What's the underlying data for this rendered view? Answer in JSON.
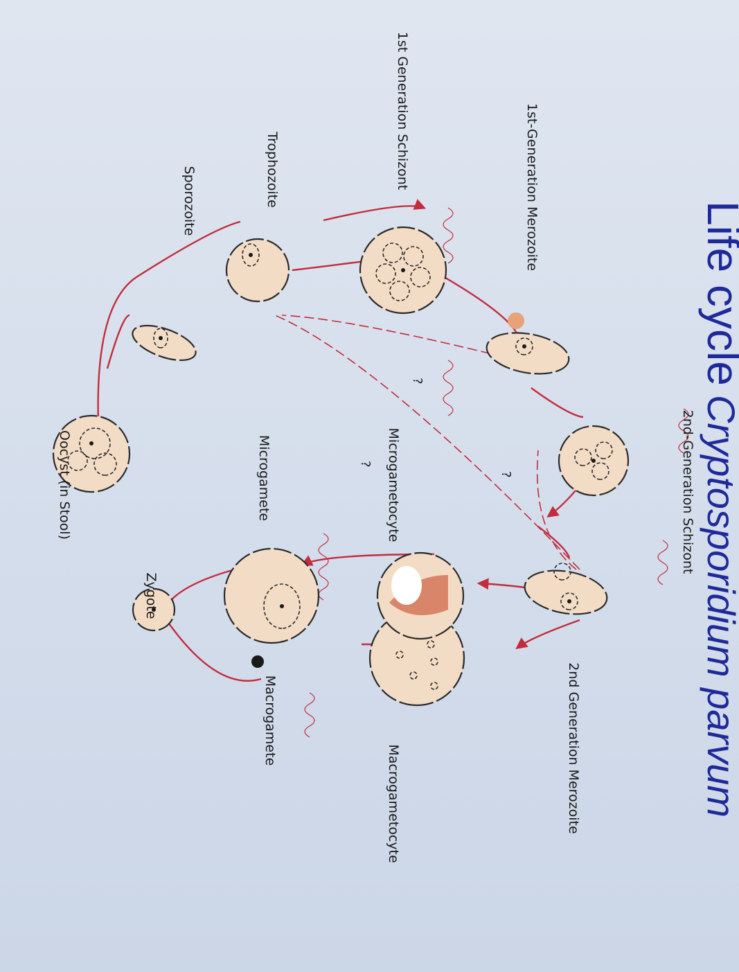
{
  "labels": {
    "oocyst": "Oocyst (in Stool)",
    "sporozoite": "Sporozoite",
    "trophozoite": "Trophozoite",
    "schizont1": "1st Generation Schizont",
    "merozoite1": "1st-Generation Merozoite",
    "schizont2": "2nd-Generation Schizont",
    "merozoite2": "2nd Generation Merozoite",
    "macrogametocyte": "Macrogametocyte",
    "macrogamete": "Macrogamete",
    "zygote": "Zygote",
    "microgamete": "Microgamete",
    "microgametocyte": "Microgametocyte"
  },
  "question_marks": [
    "?",
    "?",
    "?"
  ],
  "title": {
    "species": "Cryptosporidium parvum",
    "subtitle": "Life cycle"
  },
  "colors": {
    "background": "#d3dcea",
    "cell_fill": "#f3dcc6",
    "arrows": "#c42b3c",
    "title": "#1f2a9a"
  }
}
